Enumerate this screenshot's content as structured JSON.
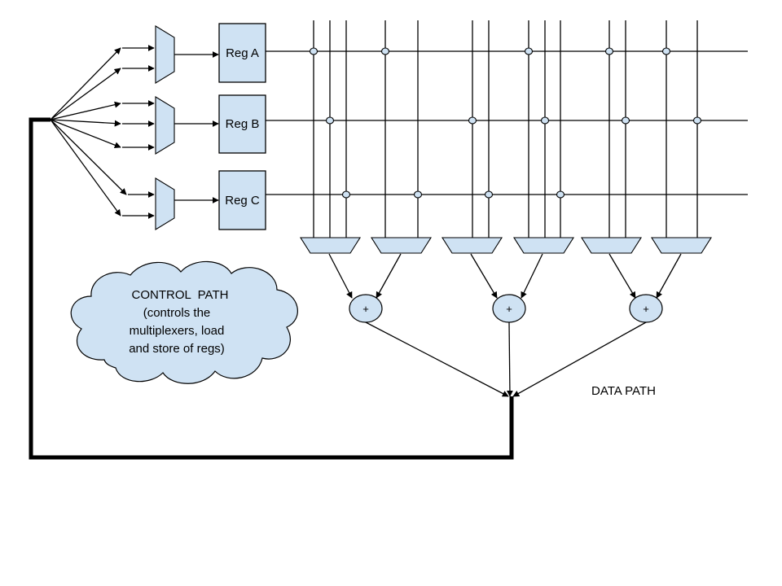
{
  "registers": [
    {
      "label": "Reg A"
    },
    {
      "label": "Reg B"
    },
    {
      "label": "Reg C"
    }
  ],
  "adders": [
    {
      "label": "+"
    },
    {
      "label": "+"
    },
    {
      "label": "+"
    }
  ],
  "control_path": {
    "lines": [
      "CONTROL  PATH",
      "(controls the",
      "multiplexers, load",
      "and store of regs)"
    ]
  },
  "data_path_label": "DATA PATH",
  "colors": {
    "component_fill": "#cfe2f3",
    "stroke": "#000000"
  }
}
